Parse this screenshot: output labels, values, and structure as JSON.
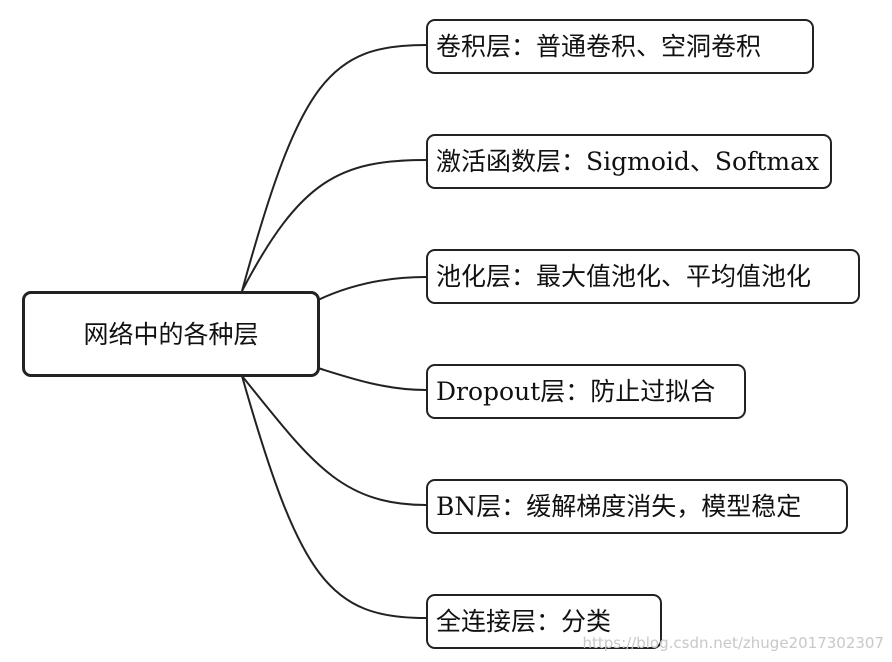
{
  "diagram": {
    "root": {
      "label": "网络中的各种层"
    },
    "branches": [
      {
        "label": "卷积层：普通卷积、空洞卷积"
      },
      {
        "label": "激活函数层：Sigmoid、Softmax"
      },
      {
        "label": "池化层：最大值池化、平均值池化"
      },
      {
        "label": "Dropout层：防止过拟合"
      },
      {
        "label": "BN层：缓解梯度消失，模型稳定"
      },
      {
        "label": "全连接层：分类"
      }
    ]
  },
  "watermark": "https://blog.csdn.net/zhuge2017302307",
  "colors": {
    "line": "#222222",
    "border": "#222222",
    "watermark": "#c8c8c8"
  }
}
